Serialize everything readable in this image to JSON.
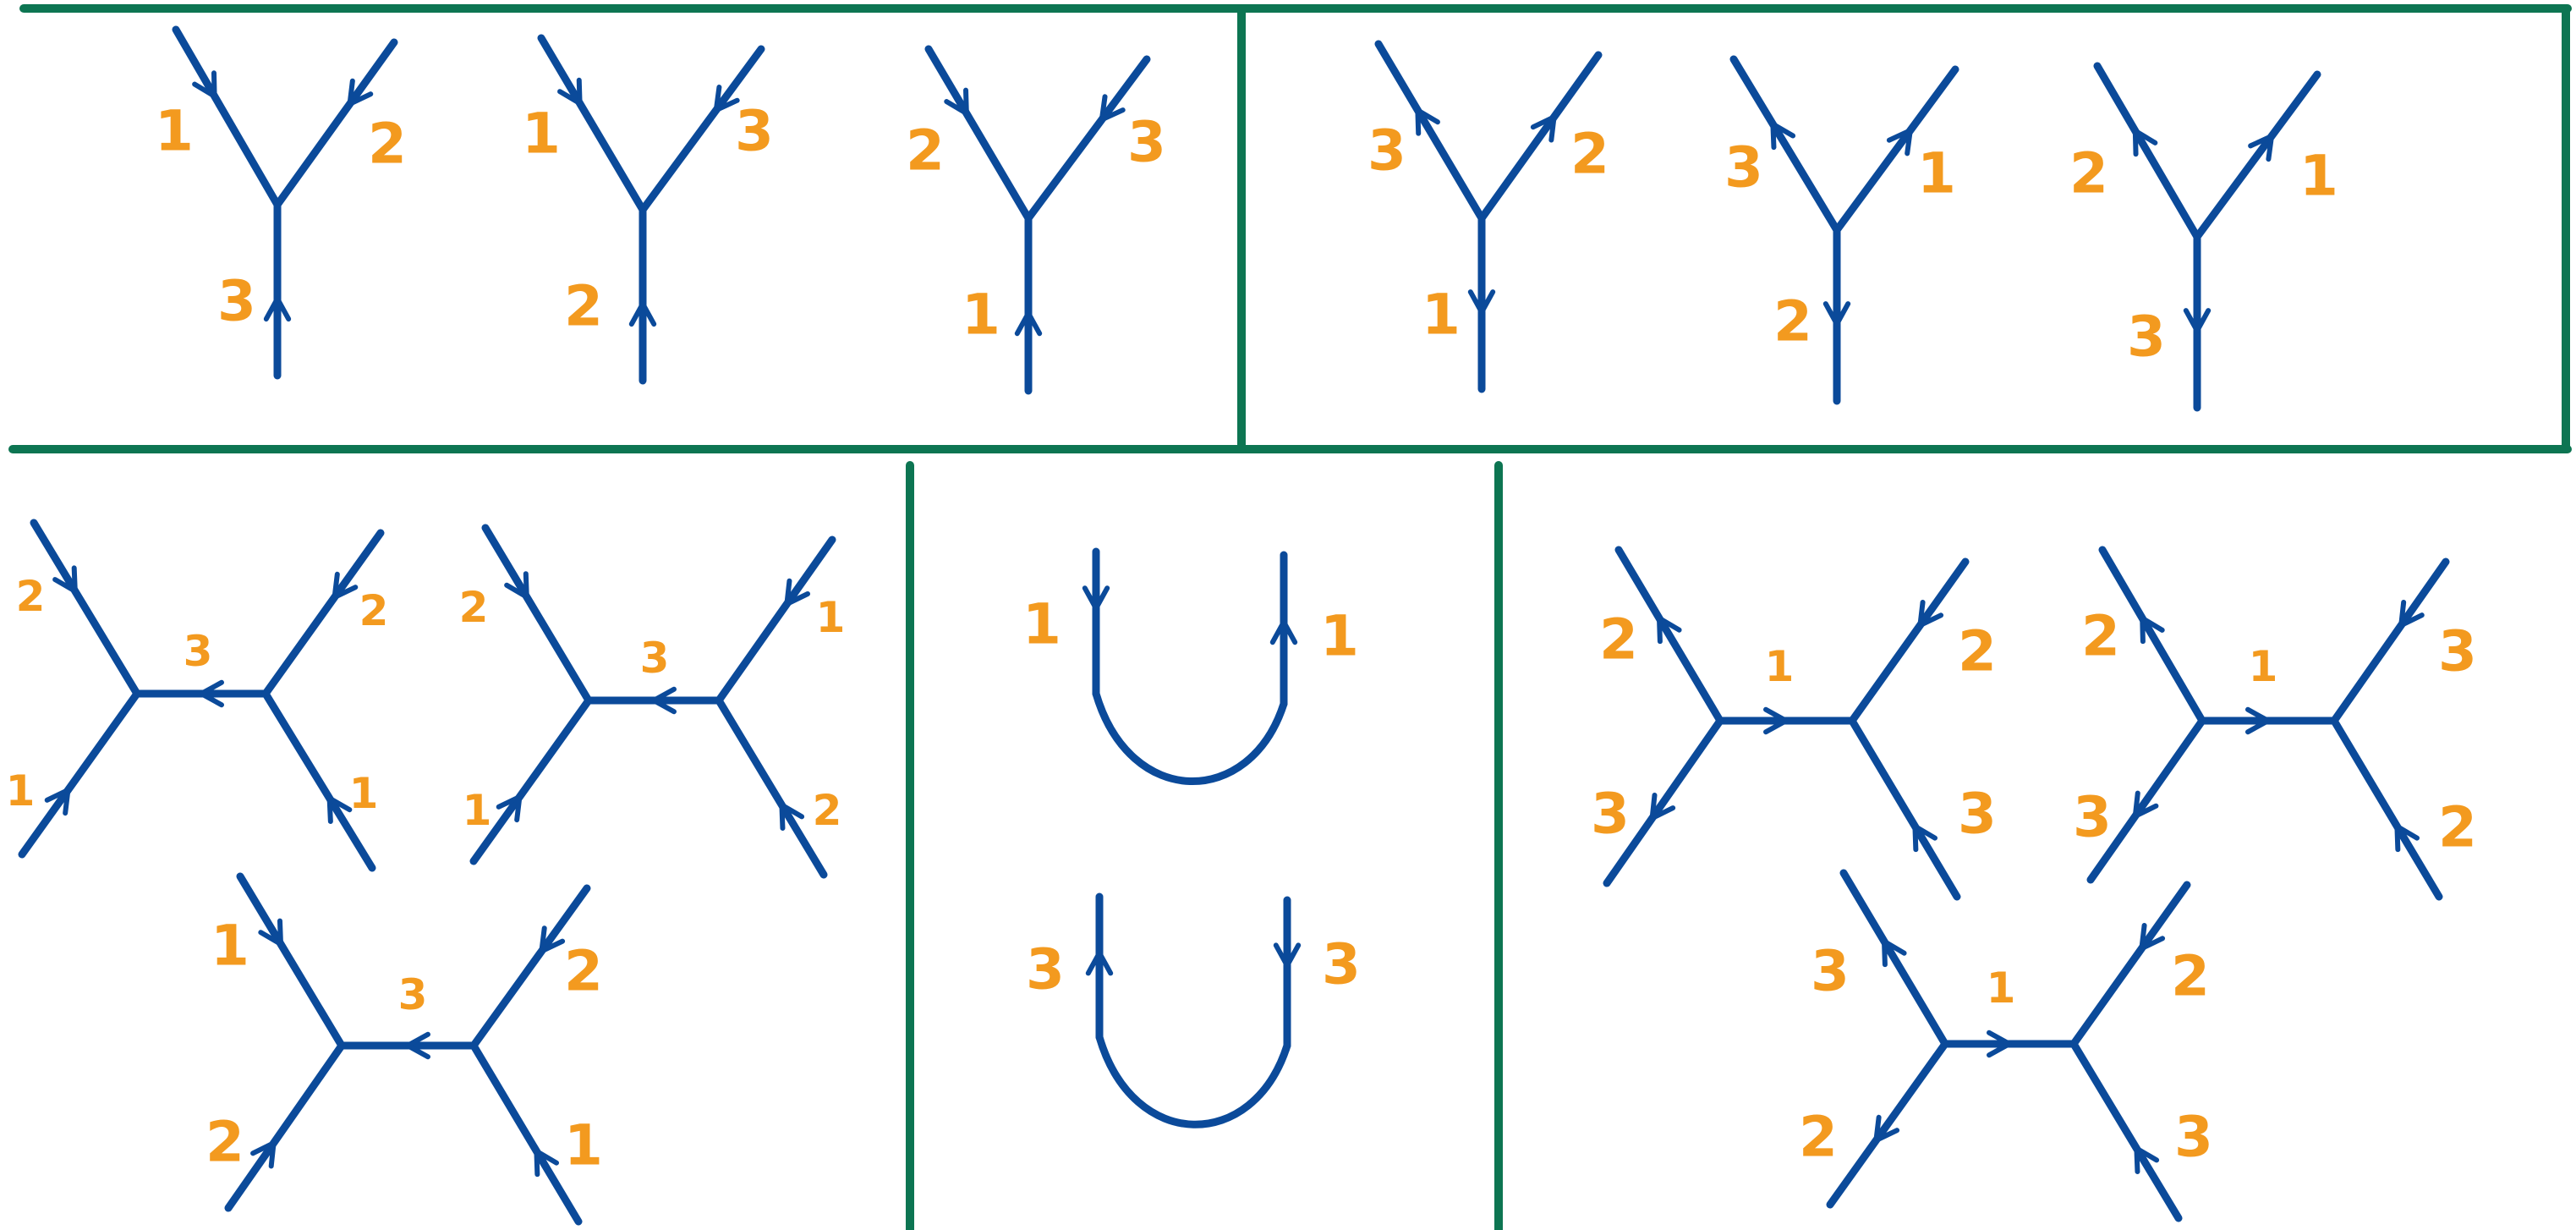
{
  "colors": {
    "frame": "#0d7552",
    "edge": "#0b4a9a",
    "label": "#f39a1f",
    "background": "#ffffff"
  },
  "top_left_group": {
    "vertices": [
      {
        "labels": {
          "upper_left": "1",
          "upper_right": "2",
          "bottom": "3"
        },
        "arrows": "into-vertex"
      },
      {
        "labels": {
          "upper_left": "1",
          "upper_right": "3",
          "bottom": "2"
        },
        "arrows": "into-vertex"
      },
      {
        "labels": {
          "upper_left": "2",
          "upper_right": "3",
          "bottom": "1"
        },
        "arrows": "into-vertex"
      }
    ]
  },
  "top_right_group": {
    "vertices": [
      {
        "labels": {
          "upper_left": "3",
          "upper_right": "2",
          "bottom": "1"
        },
        "arrows": "out-of-vertex"
      },
      {
        "labels": {
          "upper_left": "3",
          "upper_right": "1",
          "bottom": "2"
        },
        "arrows": "out-of-vertex"
      },
      {
        "labels": {
          "upper_left": "2",
          "upper_right": "1",
          "bottom": "3"
        },
        "arrows": "out-of-vertex"
      }
    ]
  },
  "bottom_left_group": {
    "diagrams": [
      {
        "labels": {
          "upper_left": "2",
          "lower_left": "1",
          "upper_right": "2",
          "lower_right": "1",
          "internal": "3"
        },
        "internal_arrow": "left"
      },
      {
        "labels": {
          "upper_left": "2",
          "lower_left": "1",
          "upper_right": "1",
          "lower_right": "2",
          "internal": "3"
        },
        "internal_arrow": "left"
      },
      {
        "labels": {
          "upper_left": "1",
          "lower_left": "2",
          "upper_right": "2",
          "lower_right": "1",
          "internal": "3"
        },
        "internal_arrow": "left"
      }
    ]
  },
  "bottom_middle_group": {
    "caps": [
      {
        "labels": {
          "left": "1",
          "right": "1"
        },
        "left_arrow": "down",
        "right_arrow": "up"
      },
      {
        "labels": {
          "left": "3",
          "right": "3"
        },
        "left_arrow": "up",
        "right_arrow": "down"
      }
    ]
  },
  "bottom_right_group": {
    "diagrams": [
      {
        "labels": {
          "upper_left": "2",
          "lower_left": "3",
          "upper_right": "2",
          "lower_right": "3",
          "internal": "1"
        },
        "internal_arrow": "right"
      },
      {
        "labels": {
          "upper_left": "2",
          "lower_left": "3",
          "upper_right": "3",
          "lower_right": "2",
          "internal": "1"
        },
        "internal_arrow": "right"
      },
      {
        "labels": {
          "upper_left": "3",
          "lower_left": "2",
          "upper_right": "2",
          "lower_right": "3",
          "internal": "1"
        },
        "internal_arrow": "right"
      }
    ]
  }
}
